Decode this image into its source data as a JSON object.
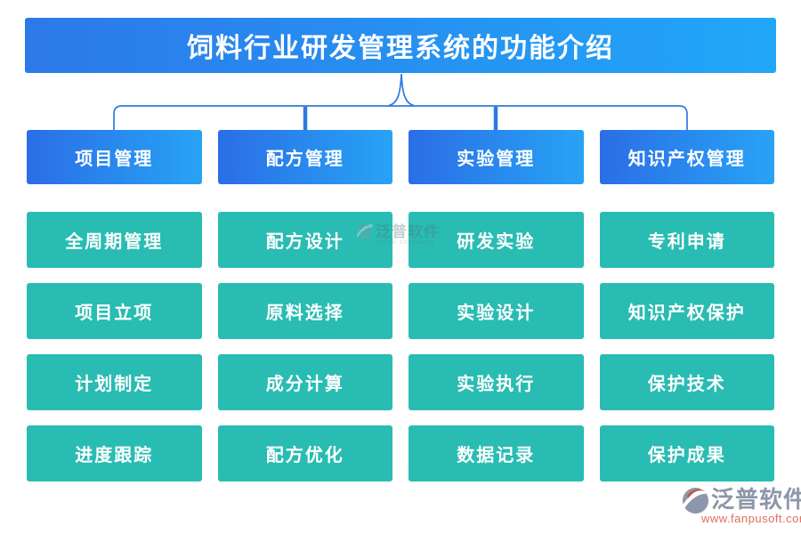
{
  "meta": {
    "title_bar": "饲料行业研发管理系统的功能介绍"
  },
  "colors": {
    "title_gradient_left": "#2C79E9",
    "title_gradient_right": "#21A7F8",
    "header_gradient_left": "#2A6EE6",
    "header_gradient_right": "#28A3F5",
    "item_teal": "#29BCB2",
    "connector_blue": "#2E79E2",
    "text_white": "#FFFFFF",
    "watermark_grey": "#8D96AA",
    "watermark_logo_red": "#C5523F",
    "watermark_url_red": "#DE6F5C"
  },
  "columns": [
    {
      "header": "项目管理",
      "items": [
        "全周期管理",
        "项目立项",
        "计划制定",
        "进度跟踪"
      ]
    },
    {
      "header": "配方管理",
      "items": [
        "配方设计",
        "原料选择",
        "成分计算",
        "配方优化"
      ]
    },
    {
      "header": "实验管理",
      "items": [
        "研发实验",
        "实验设计",
        "实验执行",
        "数据记录"
      ]
    },
    {
      "header": "知识产权管理",
      "items": [
        "专利申请",
        "知识产权保护",
        "保护技术",
        "保护成果"
      ]
    }
  ],
  "watermarks": {
    "center": {
      "brand": "泛普软件",
      "subtitle": "FANPU SOFTWARE"
    },
    "footer": {
      "brand": "泛普软件",
      "url": "www.fanpusoft.com"
    }
  }
}
